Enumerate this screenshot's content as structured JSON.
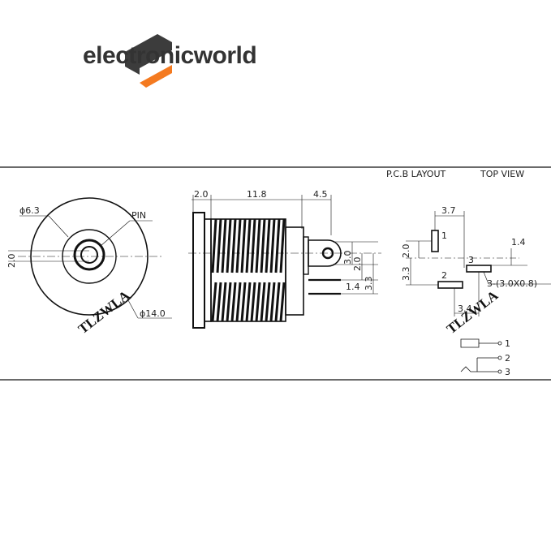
{
  "brand": {
    "name": "electronicworld",
    "logo_colors": {
      "dark": "#3c3c3c",
      "accent": "#f47a20"
    }
  },
  "header": {
    "pcb_layout": "P.C.B LAYOUT",
    "top_view": "TOP VIEW"
  },
  "front_view": {
    "inner_diameter": "ϕ6.3",
    "pin_label": "PIN",
    "height_dim": "2.0",
    "outer_diameter": "ϕ14.0",
    "watermark": "TLZWLA"
  },
  "side_view": {
    "dim_flange": "2.0",
    "dim_body": "11.8",
    "dim_tab": "4.5",
    "dim_30": "3.0",
    "dim_20": "2.0",
    "dim_33": "3.3",
    "dim_14": "1.4"
  },
  "pcb_layout": {
    "dim_37": "3.7",
    "dim_14": "1.4",
    "dim_20": "2.0",
    "dim_33": "3.3",
    "pad_note": "3-(3.0X0.8)",
    "dim_34": "3.4",
    "pad_labels": [
      "1",
      "2",
      "3"
    ],
    "watermark": "TLZWLA"
  },
  "schematic": {
    "pins": [
      "1",
      "2",
      "3"
    ]
  }
}
